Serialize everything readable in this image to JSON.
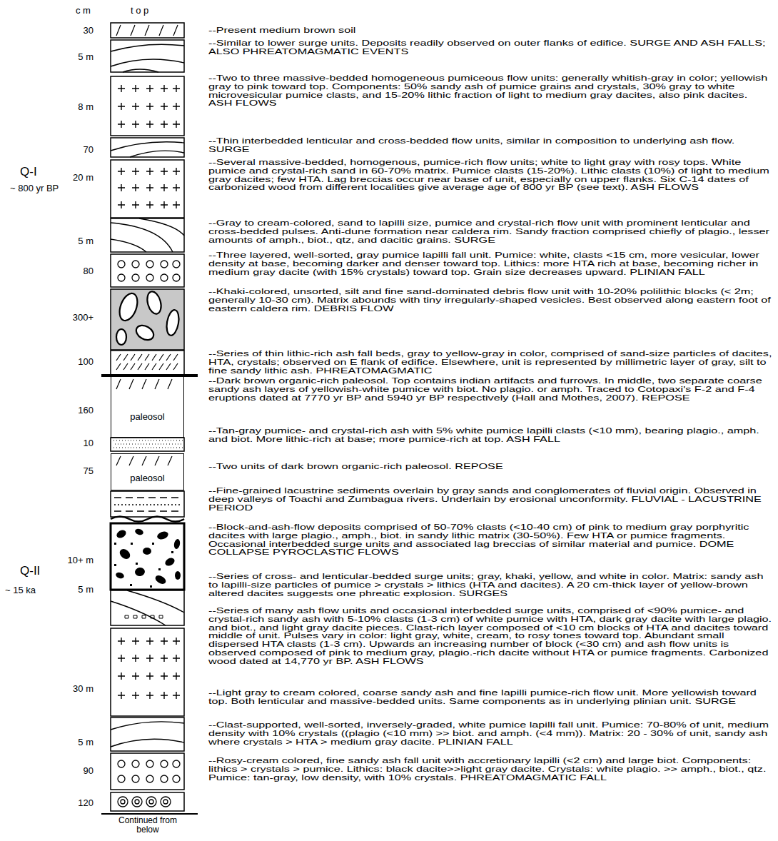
{
  "diagram": {
    "nodes": [
      {
        "text": [
          "paleosol"
        ]
      },
      {
        "text": [
          "paleosol"
        ]
      }
    ],
    "labels": [
      "c m",
      "t o p",
      "30",
      "--Present medium brown soil",
      "5 m",
      "--Similar to lower surge units. Deposits readily observed on outer flanks of edifice. SURGE AND ASH FALLS; ALSO PHREATOMAGMATIC EVENTS",
      "8 m",
      "--Two to three massive-bedded homogeneous pumiceous flow units: generally whitish-gray in color; yellowish gray to pink toward top. Components: 50% sandy ash of pumice grains and crystals, 30% gray to white microvesicular pumice clasts, and 15-20% lithic fraction of light to medium gray dacites, also pink dacites. ASH FLOWS",
      "70",
      "--Thin interbedded lenticular and cross-bedded flow units, similar in composition to underlying ash flow. SURGE",
      "20 m",
      "Q-I",
      "--Several massive-bedded, homogenous, pumice-rich flow units; white to light gray with rosy tops. White pumice and crystal-rich sand in 60-70% matrix. Pumice clasts (15-20%). Lithic clasts (10%) of light to medium gray dacites; few HTA. Lag breccias occur near base of unit, especially on upper flanks. Six C-14 dates of carbonized wood from different localities give average age of 800 yr BP (see text). ASH FLOWS",
      "~ 800 yr BP",
      "5 m",
      "--Gray to cream-colored, sand to lapilli size, pumice and crystal-rich flow unit with prominent lenticular and cross-bedded pulses. Anti-dune formation near caldera rim. Sandy fraction comprised chiefly of plagio., lesser amounts of amph., biot., qtz, and dacitic grains. SURGE",
      "80",
      "--Three layered, well-sorted, gray pumice lapilli fall unit. Pumice: white, clasts <15 cm, more vesicular, lower density at base, becoming darker and denser toward top. Lithics: more HTA rich at base, becoming richer in medium gray dacite (with 15% crystals) toward top. Grain size decreases upward. PLINIAN FALL",
      "300+",
      "--Khaki-colored, unsorted, silt and fine sand-dominated debris flow unit with 10-20% polilithic blocks (< 2m; generally 10-30 cm). Matrix abounds with tiny irregularly-shaped vesicles. Best observed along eastern foot of eastern caldera rim. DEBRIS FLOW",
      "100",
      "--Series of thin lithic-rich ash fall beds, gray to yellow-gray in color, comprised of sand-size particles of dacites, HTA, crystals; observed on E flank of edifice. Elsewhere, unit is represented by millimetric layer of gray, silt to fine sandy lithic ash. PHREATOMAGMATIC",
      "160",
      "--Dark brown organic-rich paleosol. Top contains indian artifacts and furrows. In middle, two separate coarse sandy ash layers of yellowish-white pumice with biot. No plagio. or amph. Traced to Cotopaxi's F-2 and F-4 eruptions dated at 7770 yr BP and 5940 yr BP respectively (Hall and Mothes, 2007). REPOSE",
      "10",
      "--Tan-gray pumice- and crystal-rich ash with 5% white pumice lapilli clasts (<10 mm), bearing plagio., amph. and biot. More lithic-rich at base; more pumice-rich at top. ASH FALL",
      "75",
      "--Two units of dark brown organic-rich paleosol. REPOSE",
      "--Fine-grained lacustrine sediments overlain by gray sands and conglomerates of fluvial origin. Observed in deep valleys of Toachi and Zumbagua rivers. Underlain by erosional unconformity. FLUVIAL - LACUSTRINE PERIOD",
      "10+ m",
      "--Block-and-ash-flow deposits comprised of 50-70% clasts (<10-40 cm) of pink to medium gray porphyritic dacites with large plagio., amph., biot. in sandy lithic matrix (30-50%). Few HTA or pumice fragments. Occasional interbedded surge units and associated lag breccias of similar material and pumice. DOME COLLAPSE PYROCLASTIC FLOWS",
      "Q-II",
      "~ 15 ka",
      "5 m",
      "--Series of cross- and lenticular-bedded surge units; gray, khaki, yellow, and white in color. Matrix: sandy ash to lapilli-size particles of pumice > crystals > lithics (HTA and dacites). A 20 cm-thick layer of yellow-brown altered dacites suggests one phreatic explosion. SURGES",
      "30 m",
      "--Series of many ash flow units and occasional interbedded surge units, comprised of <90% pumice- and crystal-rich sandy ash with 5-10% clasts (1-3 cm) of white pumice with HTA, dark gray dacite with large plagio. and biot., and light gray dacite pieces. Clast-rich layer composed of <10 cm blocks of HTA and dacites toward middle of unit. Pulses vary in color: light gray, white, cream, to rosy tones toward top. Abundant small dispersed HTA clasts (1-3 cm). Upwards an increasing number of block (<30 cm) and ash flow units is observed composed of pink to medium gray, plagio.-rich dacite without HTA or pumice fragments. Carbonized wood dated at 14,770 yr BP. ASH FLOWS",
      "5 m",
      "--Light gray to cream colored, coarse sandy ash and fine lapilli pumice-rich flow unit. More yellowish toward top. Both lenticular and massive-bedded units. Same components as in underlying plinian unit. SURGE",
      "90",
      "--Clast-supported, well-sorted, inversely-graded, white pumice lapilli fall unit. Pumice: 70-80% of unit, medium density with 10% crystals ((plagio (<10 mm) >> biot. and amph. (<4 mm)). Matrix: 20 - 30% of unit, sandy ash where crystals > HTA > medium gray dacite. PLINIAN FALL",
      "120",
      "--Rosy-cream colored, fine sandy ash fall unit with accretionary lapilli (<2 cm) and large biot. Components: lithics > crystals > pumice. Lithics: black dacite>>light gray dacite. Crystals: white plagio. >> amph., biot., qtz. Pumice: tan-gray, low density, with 10% crystals. PHREATOMAGMATIC FALL",
      "Continued from below"
    ]
  }
}
